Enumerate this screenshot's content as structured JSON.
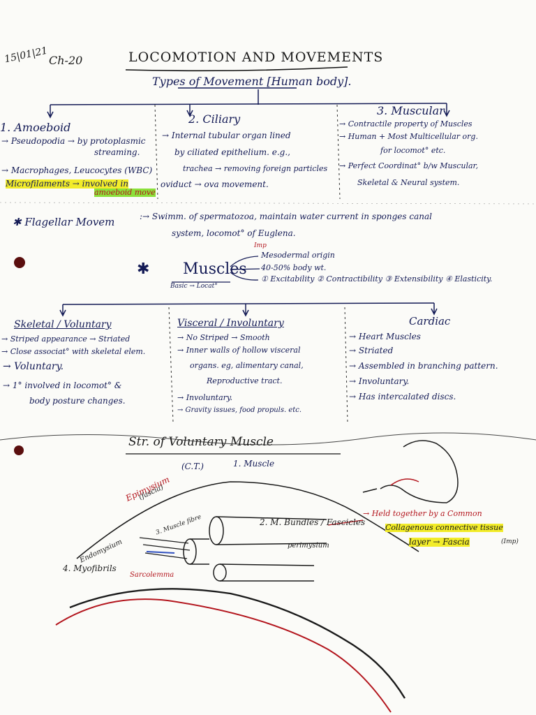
{
  "header": {
    "date": "15|01|21",
    "chapter": "Ch-20",
    "title": "LOCOMOTION AND MOVEMENTS",
    "subtitle": "Types of Movement [Human body]."
  },
  "movement_types": [
    {
      "heading": "1. Amoeboid",
      "lines": [
        "→ Pseudopodia → by protoplasmic",
        "streaming.",
        "→ Macrophages, Leucocytes (WBC)",
        "Microfilaments → involved in",
        "amoeboid move"
      ]
    },
    {
      "heading": "2. Ciliary",
      "lines": [
        "→ Internal tubular organ lined",
        "by ciliated epithelium. e.g.,",
        "trachea → removing foreign particles",
        "oviduct → ova movement."
      ]
    },
    {
      "heading": "3. Muscular",
      "lines": [
        "→ Contractile property of Muscles",
        "→ Human + Most Multicellular org.",
        "for locomot° etc.",
        "→ Perfect Coordinat° b/w Muscular,",
        "Skeletal & Neural system."
      ]
    }
  ],
  "flagellar": {
    "label": "✱ Flagellar Movem",
    "text_1": ":→ Swimm. of spermatozoa, maintain water current in sponges canal",
    "text_2": "system, locomot° of Euglena."
  },
  "muscles": {
    "star": "✱",
    "title": "Muscles",
    "note": "Basic → Locat°",
    "mark": "Imp",
    "props": [
      "Mesodermal origin",
      "40-50% body wt.",
      "① Excitability ② Contractibility ③ Extensibility ④ Elasticity."
    ]
  },
  "muscle_types": [
    {
      "heading": "Skeletal / Voluntary",
      "lines": [
        "→ Striped appearance → Striated",
        "→ Close associat° with skeletal elem.",
        "→ Voluntary.",
        "→ 1° involved in locomot° &",
        "body posture changes."
      ]
    },
    {
      "heading": "Visceral / Involuntary",
      "lines": [
        "→ No Striped → Smooth",
        "→ Inner walls of hollow visceral",
        "organs. eg, alimentary canal,",
        "Reproductive tract.",
        "→ Involuntary.",
        "→ Gravity issues, food propuls. etc."
      ]
    },
    {
      "heading": "Cardiac",
      "lines": [
        "→ Heart Muscles",
        "→ Striated",
        "→ Assembled in branching pattern.",
        "→ Involuntary.",
        "→ Has intercalated discs."
      ]
    }
  ],
  "diagram": {
    "title": "Str. of Voluntary Muscle",
    "labels": {
      "ct": "(C.T.)",
      "muscle": "1. Muscle",
      "epimysium": "Epimysium",
      "fascia_paren": "(fascia)",
      "muscle_fibre": "3. Muscle fibre",
      "bundles": "2. M. Bundles / Fascicles",
      "endomysium": "Endomysium",
      "perimysium": "perimysium",
      "myofibrils": "4. Myofibrils",
      "sarcolemma": "Sarcolemma",
      "held": "→ Held together by a Common",
      "collagenous": "Collagenous connective tissue",
      "layer": "layer → Fascia",
      "imp": "(Imp)"
    }
  },
  "colors": {
    "ink": "#131a55",
    "red_ink": "#b3151d",
    "highlight_yellow": "#f2ec2a",
    "highlight_green": "#8be03a"
  }
}
